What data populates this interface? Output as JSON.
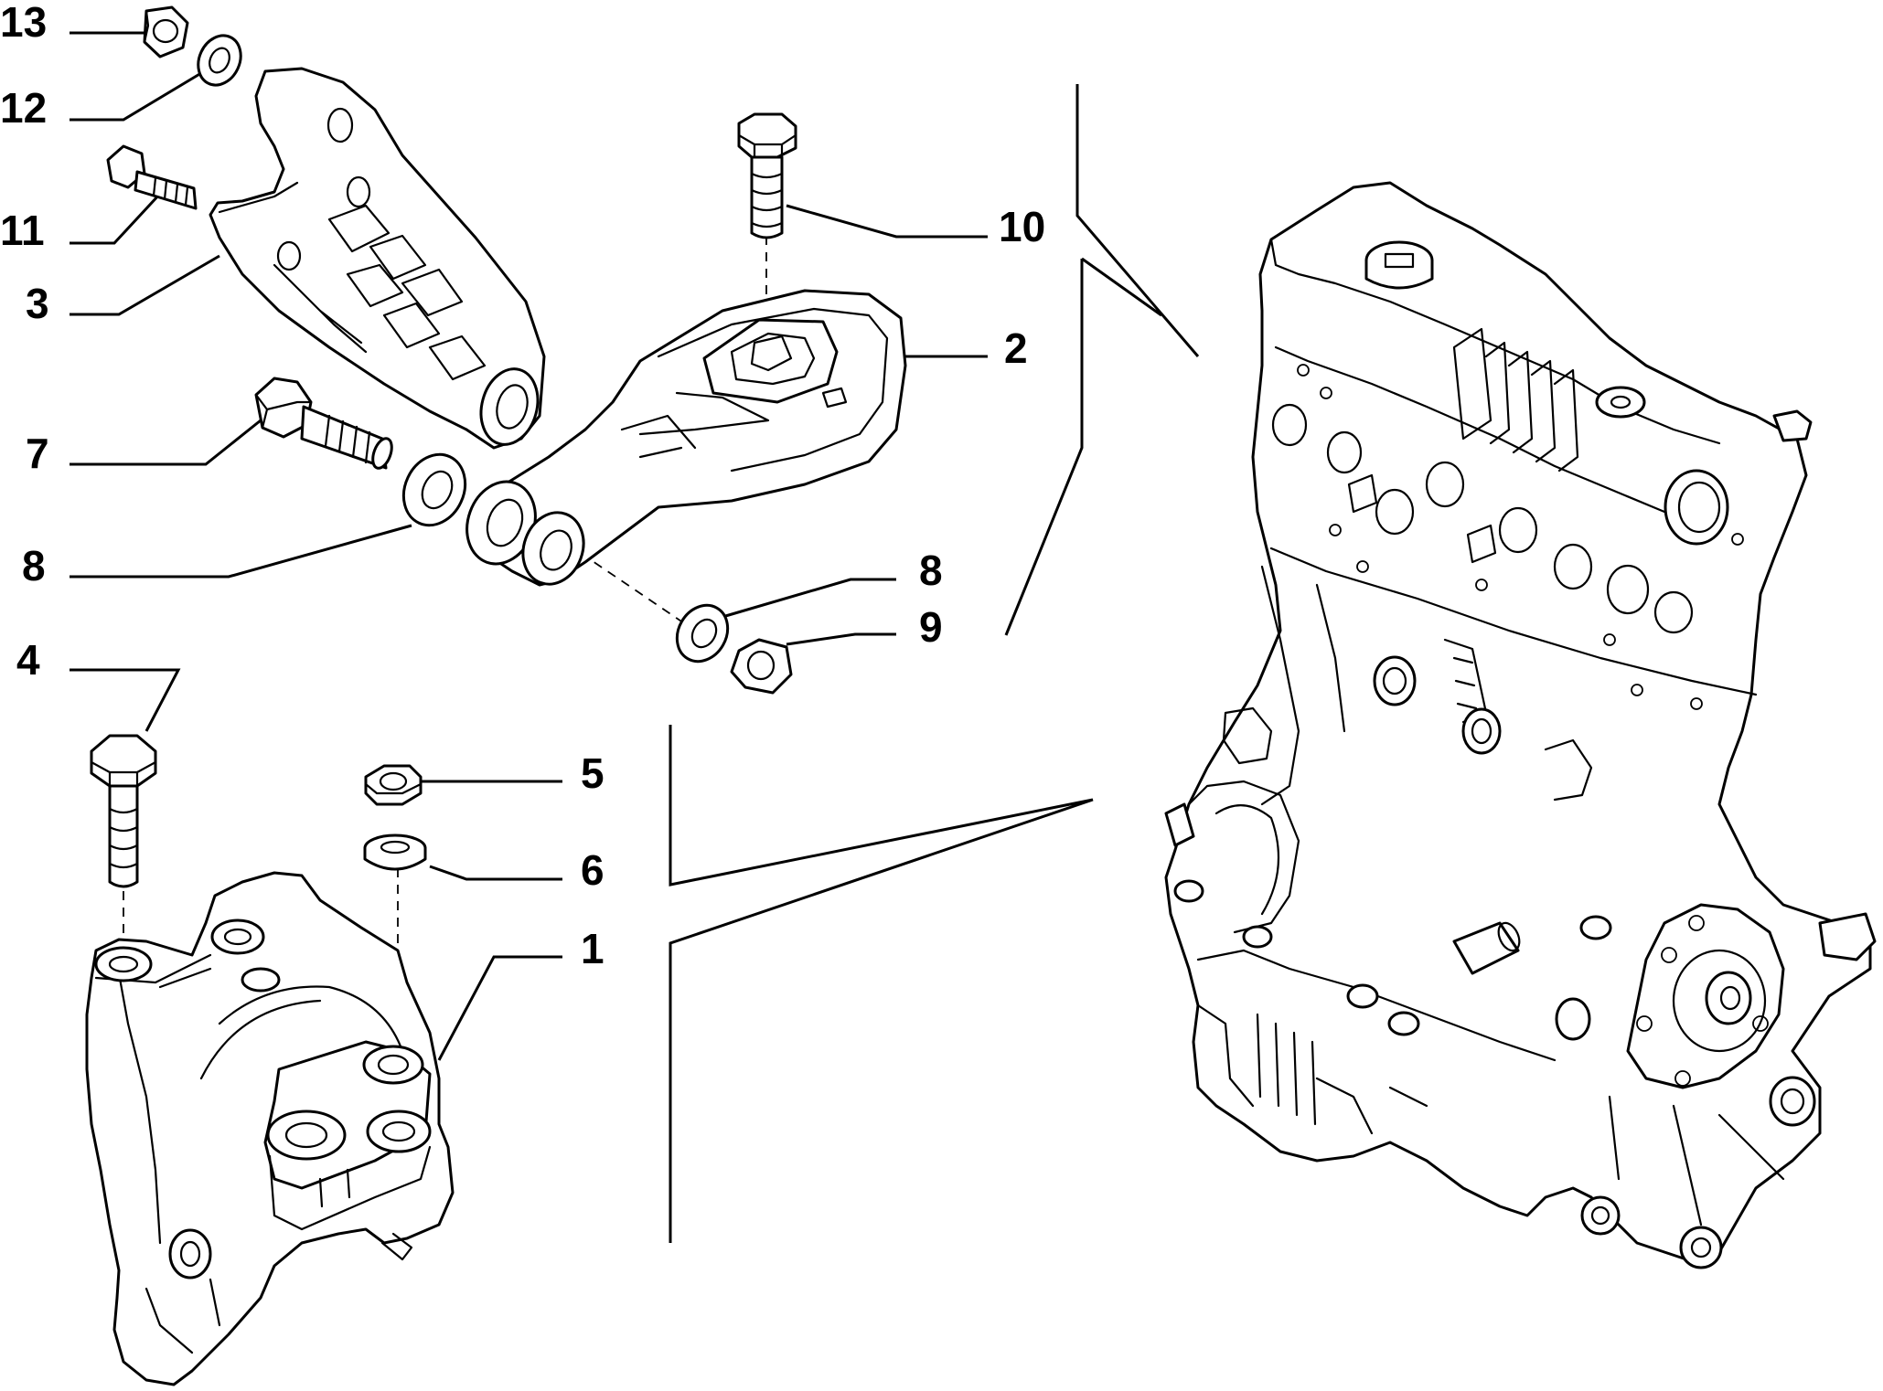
{
  "callouts": [
    {
      "id": "13",
      "text": "13"
    },
    {
      "id": "12",
      "text": "12"
    },
    {
      "id": "11",
      "text": "11"
    },
    {
      "id": "3",
      "text": "3"
    },
    {
      "id": "7",
      "text": "7"
    },
    {
      "id": "8a",
      "text": "8"
    },
    {
      "id": "4",
      "text": "4"
    },
    {
      "id": "10",
      "text": "10"
    },
    {
      "id": "2",
      "text": "2"
    },
    {
      "id": "8b",
      "text": "8"
    },
    {
      "id": "9",
      "text": "9"
    },
    {
      "id": "5",
      "text": "5"
    },
    {
      "id": "6",
      "text": "6"
    },
    {
      "id": "1",
      "text": "1"
    }
  ]
}
